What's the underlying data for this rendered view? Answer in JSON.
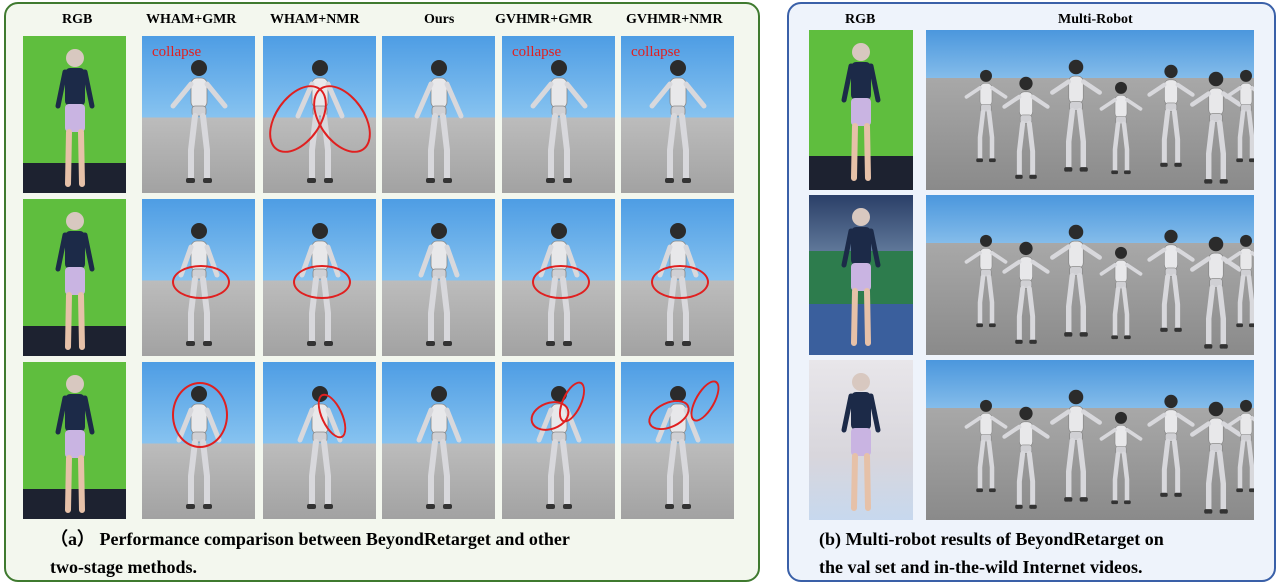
{
  "panel_a": {
    "headers": [
      "RGB",
      "WHAM+GMR",
      "WHAM+NMR",
      "Ours",
      "GVHMR+GMR",
      "GVHMR+NMR"
    ],
    "collapse_label": "collapse",
    "caption_line1": "（a） Performance comparison between BeyondRetarget and other",
    "caption_line2": "two-stage methods."
  },
  "panel_b": {
    "headers": [
      "RGB",
      "Multi-Robot"
    ],
    "caption_line1": "(b) Multi-robot results of BeyondRetarget on",
    "caption_line2": "the val set and in-the-wild Internet videos."
  },
  "colors": {
    "panel_a_border": "#3f7a2f",
    "panel_b_border": "#3a60a8",
    "highlight": "#e02020"
  }
}
